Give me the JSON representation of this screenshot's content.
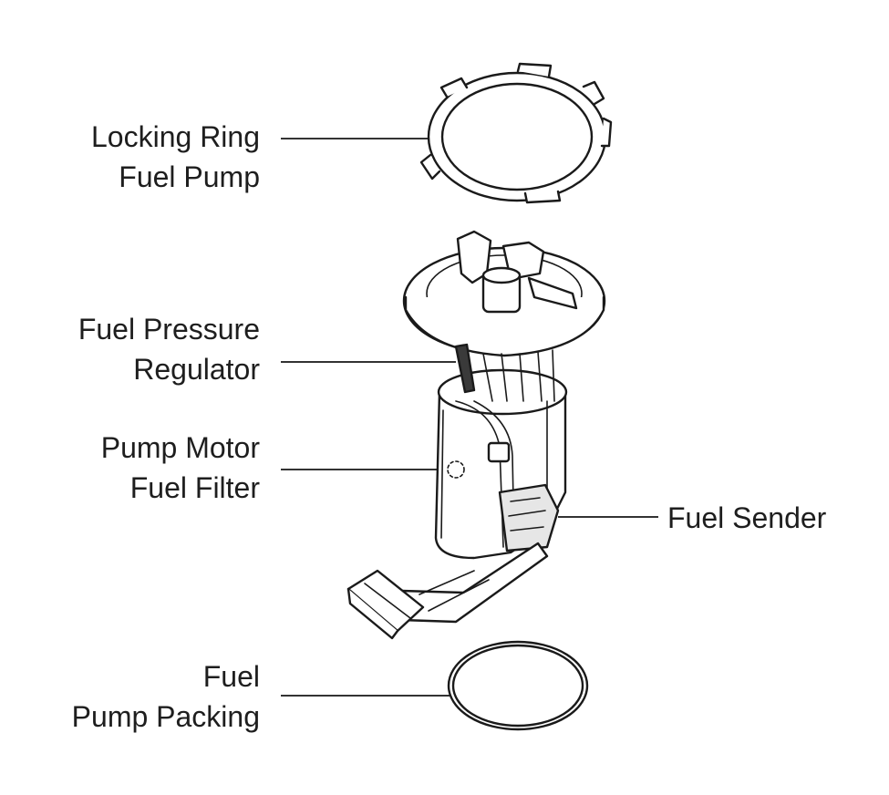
{
  "labels": {
    "locking_ring": {
      "line1": "Locking Ring",
      "line2": "Fuel Pump"
    },
    "pressure_regulator": {
      "line1": "Fuel Pressure",
      "line2": "Regulator"
    },
    "pump_motor": {
      "line1": "Pump Motor",
      "line2": "Fuel Filter"
    },
    "fuel_sender": {
      "line1": "Fuel Sender"
    },
    "pump_packing": {
      "line1": "Fuel",
      "line2": "Pump Packing"
    }
  },
  "colors": {
    "ink": "#1a1a1a",
    "text": "#1e1e1e",
    "background": "#ffffff"
  }
}
